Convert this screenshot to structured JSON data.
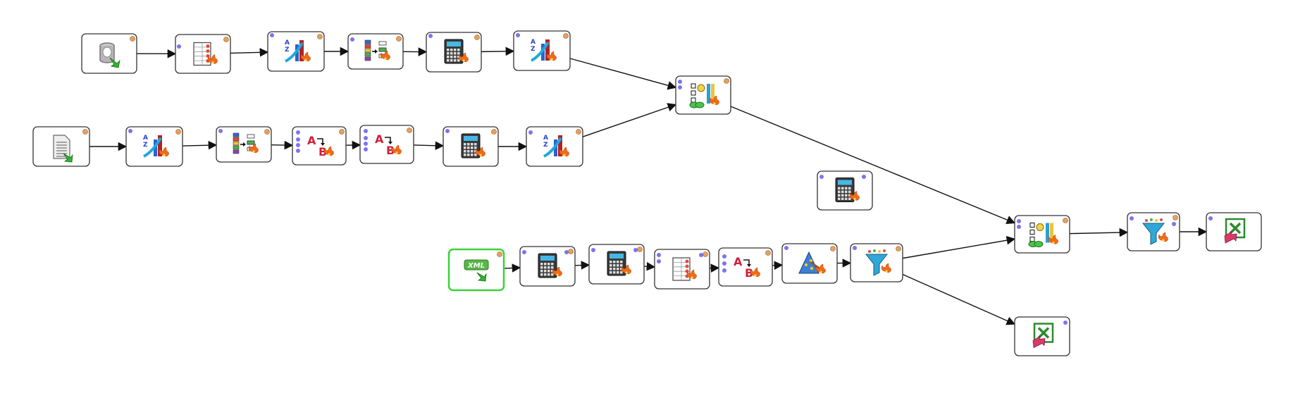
{
  "diagram": {
    "title": "",
    "nodes": [
      {
        "id": "n1",
        "name": "table-input-step",
        "icon": "table-input-icon"
      },
      {
        "id": "n2",
        "name": "select-values-step-1",
        "icon": "select-values-icon"
      },
      {
        "id": "n3",
        "name": "sort-rows-step-1",
        "icon": "sort-rows-icon"
      },
      {
        "id": "n4",
        "name": "split-fields-step-1",
        "icon": "split-fields-icon"
      },
      {
        "id": "n5",
        "name": "calculator-step-1",
        "icon": "calculator-icon"
      },
      {
        "id": "n6",
        "name": "sort-rows-step-2",
        "icon": "sort-rows-icon"
      },
      {
        "id": "n7",
        "name": "text-file-input-step",
        "icon": "text-file-input-icon"
      },
      {
        "id": "n8",
        "name": "sort-rows-step-3",
        "icon": "sort-rows-icon"
      },
      {
        "id": "n9",
        "name": "split-fields-step-2",
        "icon": "split-fields-icon"
      },
      {
        "id": "n10",
        "name": "value-mapper-step-1",
        "icon": "value-mapper-icon"
      },
      {
        "id": "n11",
        "name": "value-mapper-step-2",
        "icon": "value-mapper-icon"
      },
      {
        "id": "n12",
        "name": "calculator-step-2",
        "icon": "calculator-icon"
      },
      {
        "id": "n13",
        "name": "sort-rows-step-4",
        "icon": "sort-rows-icon"
      },
      {
        "id": "n14",
        "name": "merge-join-step-1",
        "icon": "merge-join-icon"
      },
      {
        "id": "n15",
        "name": "calculator-step-orphan",
        "icon": "calculator-icon"
      },
      {
        "id": "n16",
        "name": "xml-input-step",
        "icon": "xml-input-icon",
        "selected": true
      },
      {
        "id": "n17",
        "name": "calculator-step-3",
        "icon": "calculator-icon"
      },
      {
        "id": "n18",
        "name": "calculator-step-4",
        "icon": "calculator-icon"
      },
      {
        "id": "n19",
        "name": "select-values-step-2",
        "icon": "select-values-icon"
      },
      {
        "id": "n20",
        "name": "value-mapper-step-3",
        "icon": "value-mapper-icon"
      },
      {
        "id": "n21",
        "name": "modified-javascript-step",
        "icon": "script-icon"
      },
      {
        "id": "n22",
        "name": "filter-rows-step-1",
        "icon": "filter-rows-icon"
      },
      {
        "id": "n23",
        "name": "merge-join-step-2",
        "icon": "merge-join-icon"
      },
      {
        "id": "n24",
        "name": "filter-rows-step-2",
        "icon": "filter-rows-icon"
      },
      {
        "id": "n25",
        "name": "excel-output-step-1",
        "icon": "excel-output-icon"
      },
      {
        "id": "n26",
        "name": "excel-output-step-2",
        "icon": "excel-output-icon"
      }
    ],
    "edges": [
      [
        "n1",
        "n2"
      ],
      [
        "n2",
        "n3"
      ],
      [
        "n3",
        "n4"
      ],
      [
        "n4",
        "n5"
      ],
      [
        "n5",
        "n6"
      ],
      [
        "n6",
        "n14"
      ],
      [
        "n7",
        "n8"
      ],
      [
        "n8",
        "n9"
      ],
      [
        "n9",
        "n10"
      ],
      [
        "n10",
        "n11"
      ],
      [
        "n11",
        "n12"
      ],
      [
        "n12",
        "n13"
      ],
      [
        "n13",
        "n14"
      ],
      [
        "n14",
        "n23"
      ],
      [
        "n16",
        "n17"
      ],
      [
        "n17",
        "n18"
      ],
      [
        "n18",
        "n19"
      ],
      [
        "n19",
        "n20"
      ],
      [
        "n20",
        "n21"
      ],
      [
        "n21",
        "n22"
      ],
      [
        "n22",
        "n23"
      ],
      [
        "n22",
        "n26"
      ],
      [
        "n23",
        "n24"
      ],
      [
        "n24",
        "n25"
      ]
    ],
    "icon_labels": {
      "xml": "XML",
      "az": "A Z",
      "ab_a": "A",
      "ab_b": "B"
    },
    "colors": {
      "selected_border": "#3bd23b",
      "input_port": "#7b74f0",
      "output_port": "#e9a05a",
      "edge": "#111111"
    }
  }
}
